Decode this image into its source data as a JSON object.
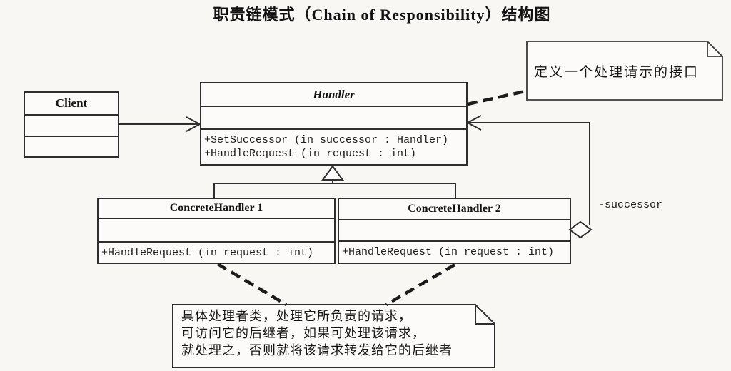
{
  "title": "职责链模式（Chain of Responsibility）结构图",
  "classes": {
    "client": {
      "name": "Client"
    },
    "handler": {
      "name": "Handler",
      "methods": [
        "+SetSuccessor (in successor : Handler)",
        "+HandleRequest (in request : int)"
      ]
    },
    "concrete_handler_1": {
      "name": "ConcreteHandler 1",
      "methods": [
        "+HandleRequest (in request : int)"
      ]
    },
    "concrete_handler_2": {
      "name": "ConcreteHandler 2",
      "methods": [
        "+HandleRequest (in request : int)"
      ]
    }
  },
  "relationships": {
    "successor_label": "-successor"
  },
  "notes": {
    "handler_note": "定义一个处理请示的接口",
    "concrete_note_lines": [
      "具体处理者类，处理它所负责的请求，",
      "可访问它的后继者，如果可处理该请求，",
      "就处理之，否则就将该请求转发给它的后继者"
    ]
  },
  "colors": {
    "line": "#2e2e2e",
    "paper": "#f8f7f4",
    "box_fill": "#fcfbf9",
    "text": "#1a1a1a"
  }
}
